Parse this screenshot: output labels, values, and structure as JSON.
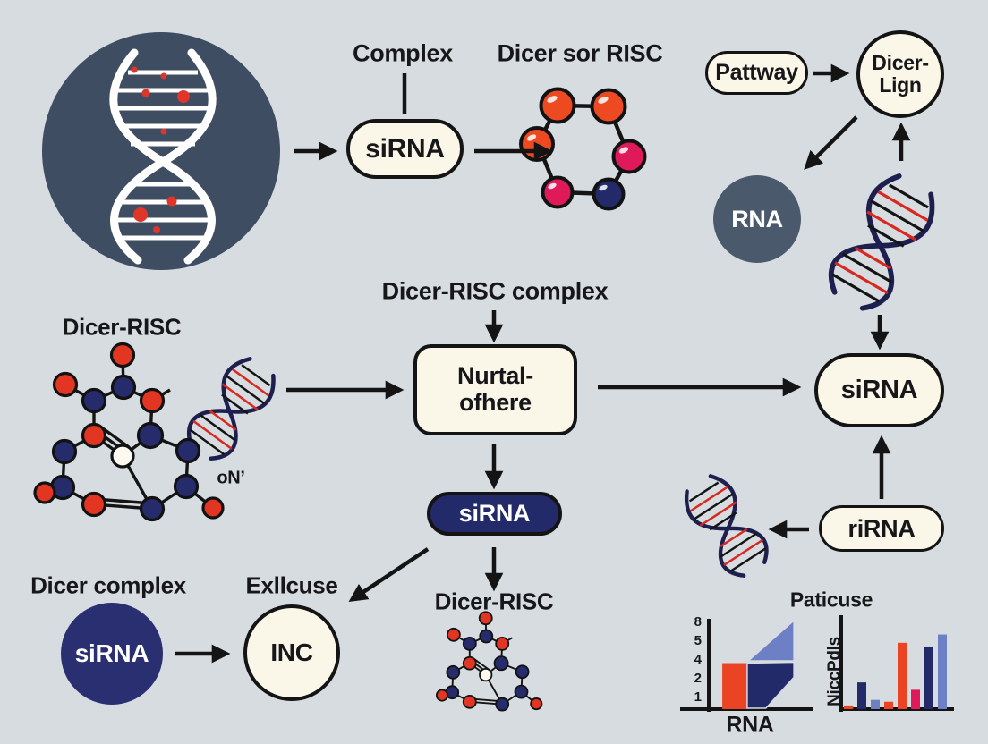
{
  "palette": {
    "background": "#d6dce0",
    "ink": "#17171a",
    "cream": "#faf7e9",
    "navy": "#232a6a",
    "slate": "#3f4d62",
    "slate_light": "#4a596c",
    "orange": "#ea4424",
    "crimson": "#e01a5a",
    "periwinkle": "#6d80c6"
  },
  "nodes": {
    "complex_label": "Complex",
    "sirna_top": "siRNA",
    "ring_title": "Dicer sor RISC",
    "pattway": "Pattway",
    "dicer_lign_1": "Dicer-",
    "dicer_lign_2": "Lign",
    "rna_circle": "RNA",
    "center_title": "Dicer-RISC complex",
    "nurtal_1": "Nurtal-",
    "nurtal_2": "ofhere",
    "sirna_dark": "siRNA",
    "sirna_right": "siRNA",
    "rirna": "riRNA",
    "dicer_risc_left": "Dicer-RISC",
    "on_prime": "oN’",
    "dicer_complex": "Dicer complex",
    "exllcuse": "Exllcuse",
    "sirna_circle": "siRNA",
    "inc": "INC",
    "dicer_risc_bottom": "Dicer-RISC"
  },
  "chart_data": [
    {
      "type": "area",
      "title": "Paticuse",
      "xlabel": "RNA",
      "y_ticks": [
        "8",
        "5",
        "4",
        "2",
        "1"
      ],
      "legend": null,
      "grid": false,
      "shapes": [
        {
          "kind": "bar",
          "color": "#ea4424",
          "x0": 0.13,
          "x1": 0.37,
          "height": 0.52
        },
        {
          "kind": "polygon",
          "color": "#232a6a",
          "points": [
            [
              0.37,
              0.52
            ],
            [
              0.82,
              0.53
            ],
            [
              0.82,
              0.36
            ],
            [
              0.55,
              0.01
            ],
            [
              0.37,
              0.01
            ]
          ]
        },
        {
          "kind": "polygon",
          "color": "#6d80c6",
          "points": [
            [
              0.38,
              0.545
            ],
            [
              0.82,
              0.545
            ],
            [
              0.82,
              1.0
            ]
          ]
        }
      ]
    },
    {
      "type": "bar",
      "ylabel": "NiccPdls",
      "grid": false,
      "bars": [
        {
          "height": 0.04,
          "color": "#ea4424"
        },
        {
          "height": 0.29,
          "color": "#232a6a"
        },
        {
          "height": 0.1,
          "color": "#6d80c6"
        },
        {
          "height": 0.08,
          "color": "#ea4424"
        },
        {
          "height": 0.72,
          "color": "#ea4424"
        },
        {
          "height": 0.21,
          "color": "#e01a5a"
        },
        {
          "height": 0.68,
          "color": "#232a6a"
        },
        {
          "height": 0.81,
          "color": "#6d80c6"
        }
      ]
    }
  ]
}
